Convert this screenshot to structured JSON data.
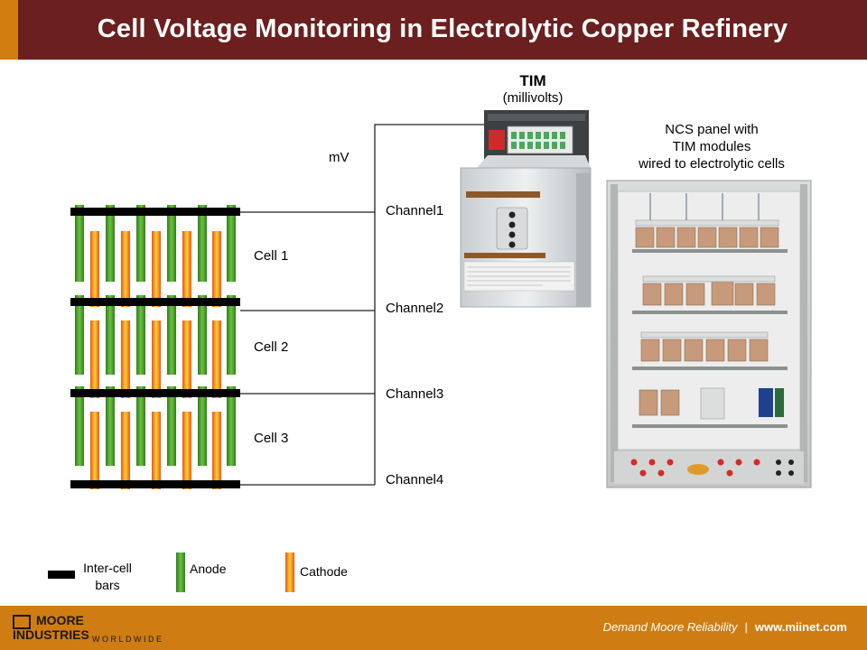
{
  "title": "Cell Voltage Monitoring in Electrolytic Copper Refinery",
  "tim": {
    "title": "TIM",
    "subtitle": "(millivolts)",
    "mv_label": "mV"
  },
  "channels": [
    "Channel1",
    "Channel2",
    "Channel3",
    "Channel4"
  ],
  "cells": [
    "Cell 1",
    "Cell 2",
    "Cell 3"
  ],
  "panel_caption": [
    "NCS panel with",
    "TIM modules",
    "wired to electrolytic cells"
  ],
  "legend": {
    "bars_line1": "Inter-cell",
    "bars_line2": "bars",
    "anode": "Anode",
    "cathode": "Cathode"
  },
  "colors": {
    "title_bar": "#6b1f1f",
    "accent": "#d27d10",
    "footer": "#cf7c12",
    "anode": "#3a9a2a",
    "cathode": "#f08a1a",
    "bar": "#000000"
  },
  "footer": {
    "logo_line1": "MOORE",
    "logo_line2": "INDUSTRIES",
    "logo_line3": "WORLDWIDE",
    "slogan": "Demand Moore Reliability",
    "separator": "|",
    "url": "www.miinet.com"
  }
}
